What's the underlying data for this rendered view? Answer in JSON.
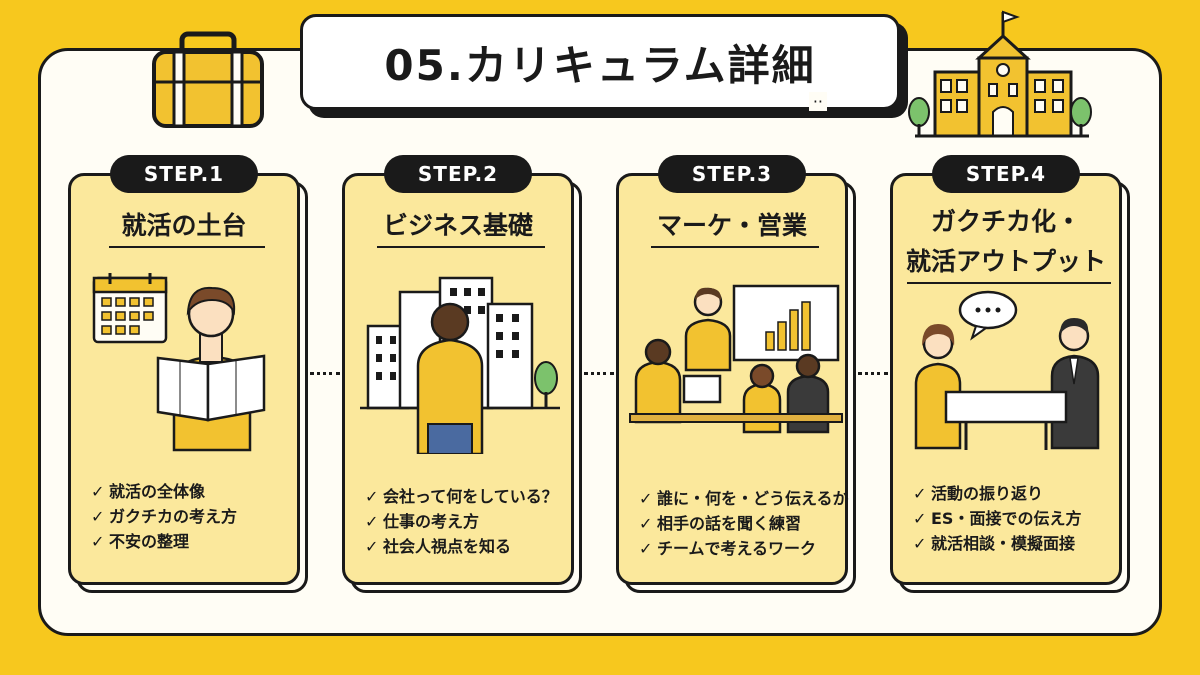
{
  "title": "05.カリキュラム詳細",
  "colors": {
    "background": "#f7c81e",
    "card": "#fbe89c",
    "ink": "#1a1a1a",
    "panel": "#fffdf5"
  },
  "decorations": [
    "briefcase-icon",
    "school-building-icon"
  ],
  "steps": [
    {
      "badge": "STEP.1",
      "title_lines": [
        "就活の土台"
      ],
      "illustration": "student-with-map-and-calendar",
      "bullets": [
        "就活の全体像",
        "ガクチカの考え方",
        "不安の整理"
      ]
    },
    {
      "badge": "STEP.2",
      "title_lines": [
        "ビジネス基礎"
      ],
      "illustration": "person-facing-office-buildings",
      "bullets": [
        "会社って何をしている？",
        "仕事の考え方",
        "社会人視点を知る"
      ]
    },
    {
      "badge": "STEP.3",
      "title_lines": [
        "マーケ・営業"
      ],
      "illustration": "presentation-meeting",
      "bullets": [
        "誰に・何を・どう伝えるか",
        "相手の話を聞く練習",
        "チームで考えるワーク"
      ]
    },
    {
      "badge": "STEP.4",
      "title_lines": [
        "ガクチカ化・",
        "就活アウトプット"
      ],
      "illustration": "interview-conversation",
      "bullets": [
        "活動の振り返り",
        "ES・面接での伝え方",
        "就活相談・模擬面接"
      ]
    }
  ]
}
